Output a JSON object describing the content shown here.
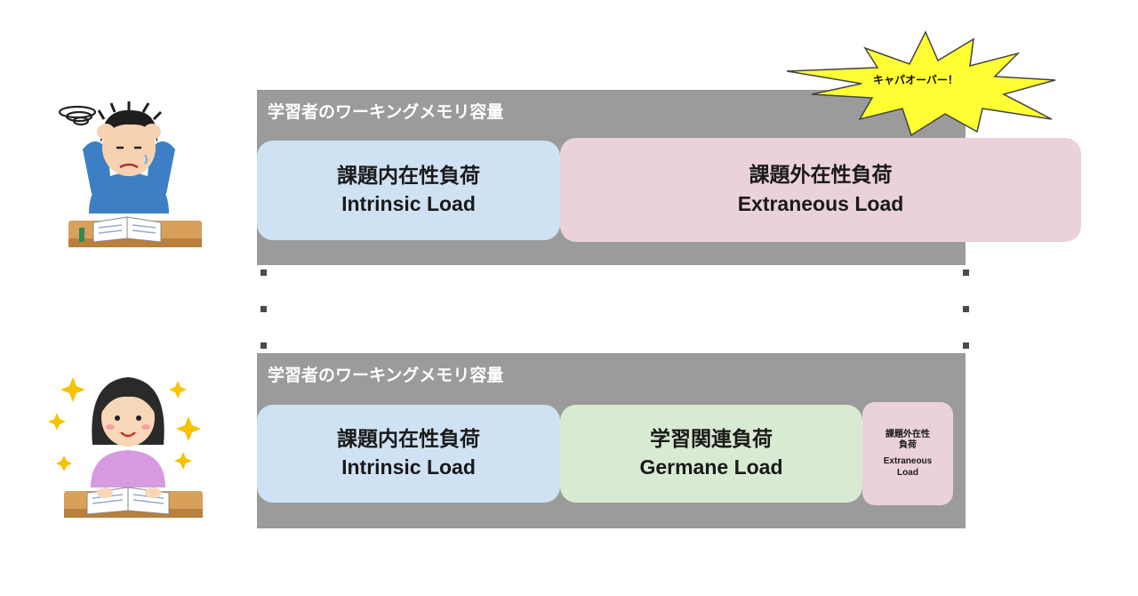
{
  "top_panel": {
    "title": "学習者のワーキングメモリ容量",
    "intrinsic": {
      "jp": "課題内在性負荷",
      "en": "Intrinsic Load"
    },
    "extraneous": {
      "jp": "課題外在性負荷",
      "en": "Extraneous Load"
    },
    "overflow_burst": "キャパオーバー！"
  },
  "bottom_panel": {
    "title": "学習者のワーキングメモリ容量",
    "intrinsic": {
      "jp": "課題内在性負荷",
      "en": "Intrinsic Load"
    },
    "germane": {
      "jp": "学習関連負荷",
      "en": "Germane Load"
    },
    "extraneous": {
      "jp": "課題外在性\n負荷",
      "en": "Extraneous\nLoad"
    }
  },
  "colors": {
    "capacity_gray": "#9b9b9b",
    "intrinsic_blue": "#cfe2f3",
    "extraneous_pink": "#ead1dc",
    "germane_green": "#d9ead3",
    "burst_yellow": "#ffff33"
  }
}
